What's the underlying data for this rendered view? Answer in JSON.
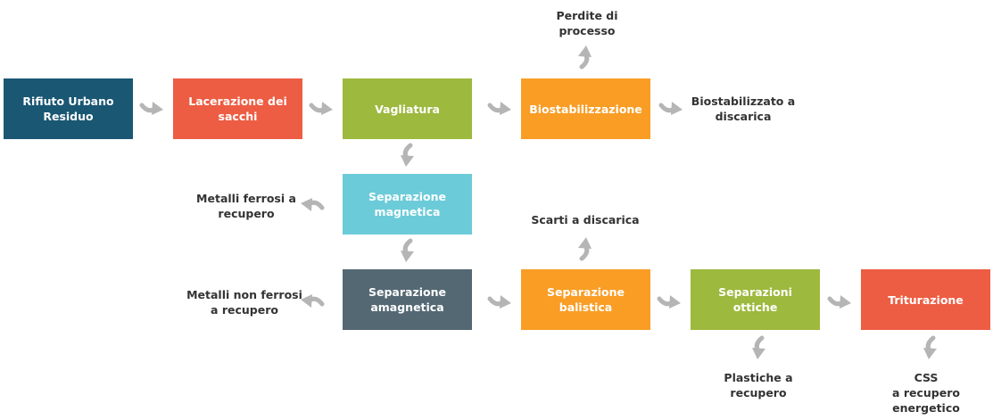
{
  "colors": {
    "dark_blue": "#1a5773",
    "red_orange": "#ed5d43",
    "green": "#9db93e",
    "orange": "#f99d25",
    "light_blue": "#6ccbd9",
    "slate": "#546873",
    "arrow": "#b5b5b5",
    "label_text": "#333333"
  },
  "nodes": {
    "rifiuto": "Rifiuto Urbano Residuo",
    "lacerazione": "Lacerazione dei sacchi",
    "vagliatura": "Vagliatura",
    "biostabilizzazione": "Biostabilizzazione",
    "sep_magnetica": "Separazione magnetica",
    "sep_amagnetica": "Separazione amagnetica",
    "sep_balistica": "Separazione balistica",
    "sep_ottiche": "Separazioni ottiche",
    "triturazione": "Triturazione"
  },
  "outputs": {
    "perdite": "Perdite di\nprocesso",
    "biostabilizzato": "Biostabilizzato a\ndiscarica",
    "metalli_ferrosi": "Metalli ferrosi a\nrecupero",
    "metalli_non_ferrosi": "Metalli non ferrosi\na recupero",
    "scarti": "Scarti a discarica",
    "plastiche": "Plastiche a\nrecupero",
    "css": "CSS\na recupero\nenergetico"
  },
  "arrow_icon": "curved-arrow-icon"
}
